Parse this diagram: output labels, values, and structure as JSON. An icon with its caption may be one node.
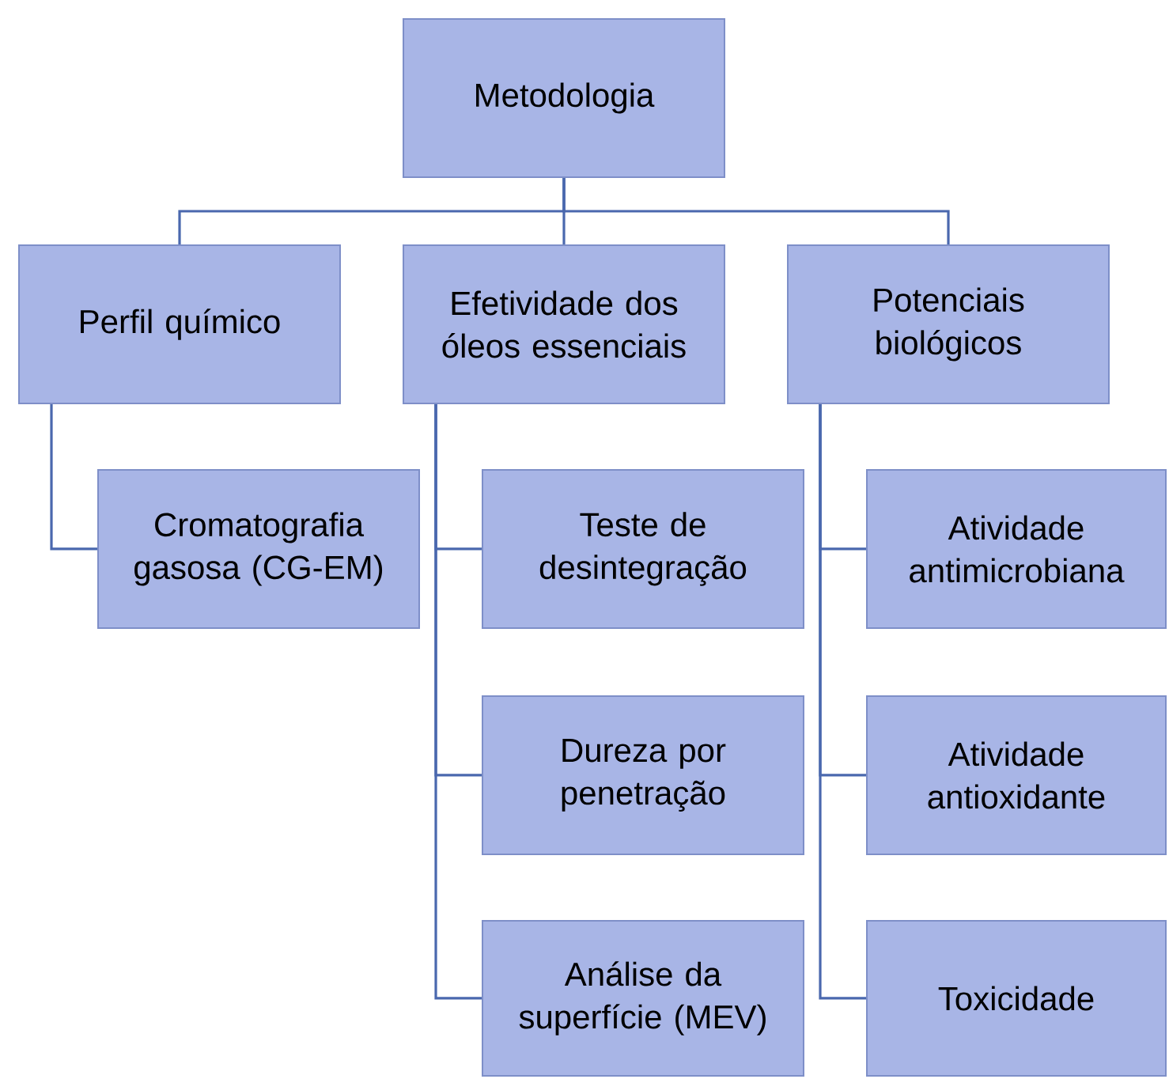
{
  "diagram": {
    "nodes": [
      {
        "text": [
          "Metodologia"
        ]
      },
      {
        "text": [
          "Perfil químico"
        ]
      },
      {
        "text": [
          "Efetividade dos óleos essenciais"
        ]
      },
      {
        "text": [
          "Potenciais biológicos"
        ]
      },
      {
        "text": [
          "Cromatografia gasosa (CG-EM)"
        ]
      },
      {
        "text": [
          "Teste de desintegração"
        ]
      },
      {
        "text": [
          "Dureza por penetração"
        ]
      },
      {
        "text": [
          "Análise da superfície (MEV)"
        ]
      },
      {
        "text": [
          "Atividade antimicrobiana"
        ]
      },
      {
        "text": [
          "Atividade antioxidante"
        ]
      },
      {
        "text": [
          "Toxicidade"
        ]
      }
    ],
    "edges": [
      {
        "from": 0,
        "to": 1,
        "arrow": "none"
      },
      {
        "from": 0,
        "to": 2,
        "arrow": "none"
      },
      {
        "from": 0,
        "to": 3,
        "arrow": "none"
      },
      {
        "from": 1,
        "to": 4,
        "arrow": "none"
      },
      {
        "from": 2,
        "to": 5,
        "arrow": "none"
      },
      {
        "from": 2,
        "to": 6,
        "arrow": "none"
      },
      {
        "from": 2,
        "to": 7,
        "arrow": "none"
      },
      {
        "from": 3,
        "to": 8,
        "arrow": "none"
      },
      {
        "from": 3,
        "to": 9,
        "arrow": "none"
      },
      {
        "from": 3,
        "to": 10,
        "arrow": "none"
      }
    ]
  }
}
